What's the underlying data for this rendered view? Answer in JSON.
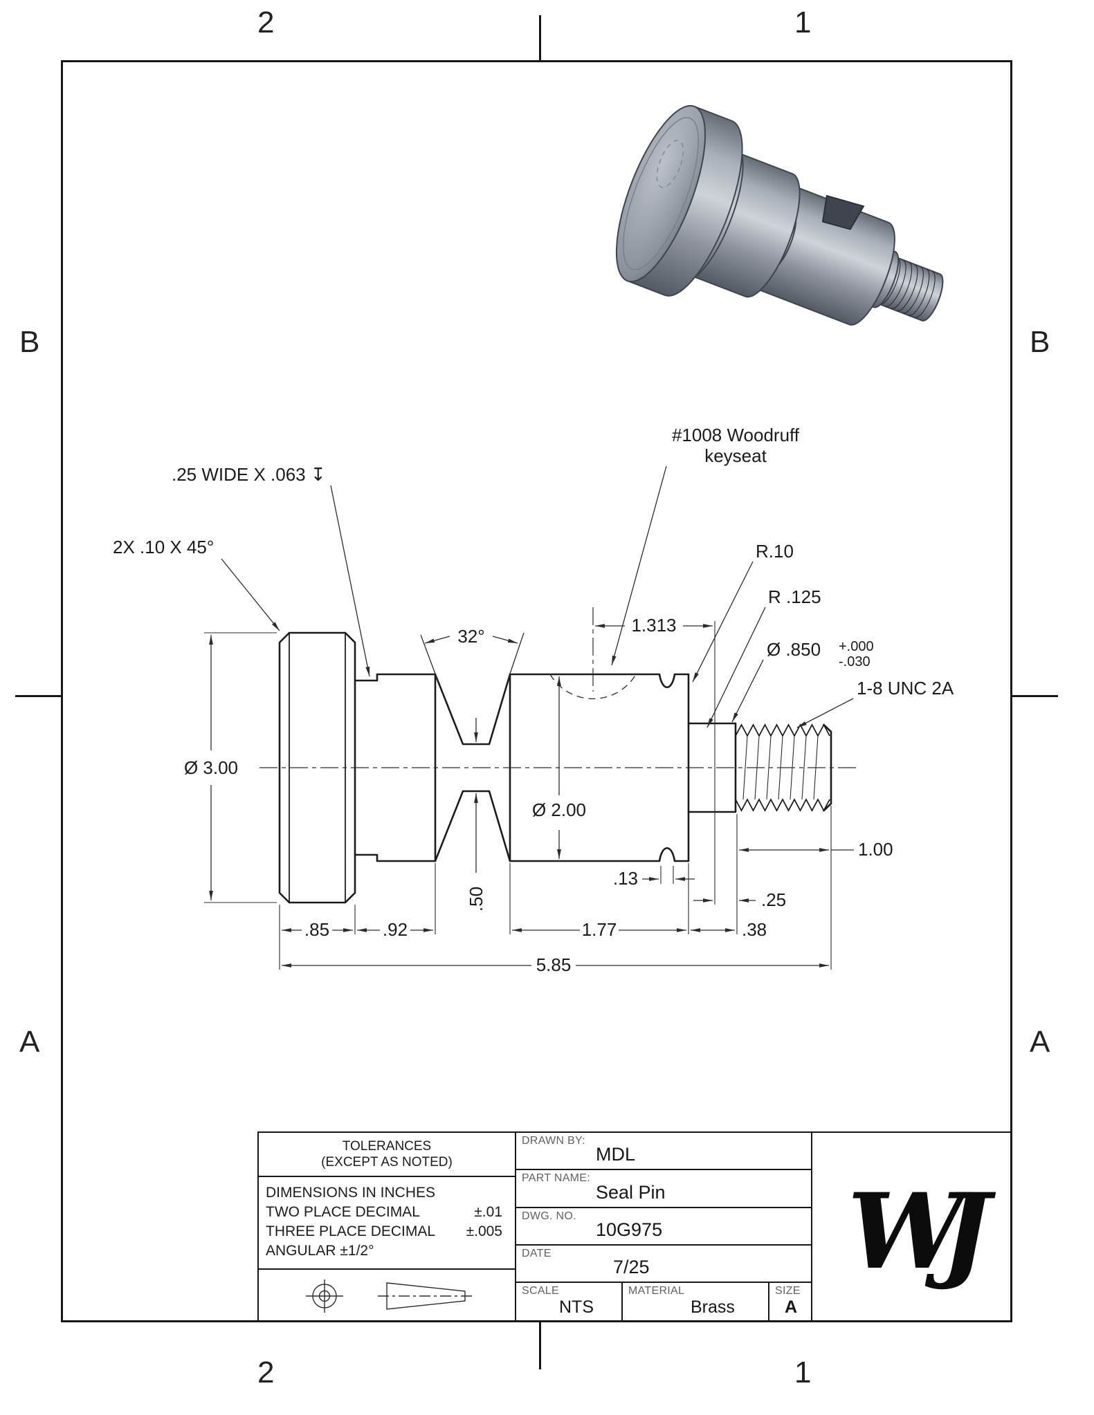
{
  "zones": {
    "top_2": "2",
    "top_1": "1",
    "bottom_2": "2",
    "bottom_1": "1",
    "left_b": "B",
    "left_a": "A",
    "right_b": "B",
    "right_a": "A"
  },
  "annotations": {
    "chamfer": "2X .10 X 45°",
    "groove_face": ".25 WIDE X .063 ↧",
    "keyseat_line1": "#1008 Woodruff",
    "keyseat_line2": "keyseat",
    "taper_angle": "32°",
    "keyseat_width": "1.313",
    "radius1": "R.10",
    "radius2": "R .125",
    "dia_850": "Ø .850",
    "dia_850_plus": "+.000",
    "dia_850_minus": "-.030",
    "thread_spec": "1-8 UNC 2A",
    "dia_flange": "Ø 3.00",
    "dia_body": "Ø 2.00",
    "neck_dia": ".50",
    "groove_width": ".13",
    "thread_len": "1.00",
    "dim_25": ".25",
    "dim_38": ".38",
    "flange_len": ".85",
    "sec2_len": ".92",
    "body_len": "1.77",
    "total_len": "5.85"
  },
  "title_block": {
    "tolerances_title": "TOLERANCES",
    "tolerances_sub": "(EXCEPT AS NOTED)",
    "dim_note": "DIMENSIONS IN INCHES",
    "two_place_label": "TWO PLACE DECIMAL",
    "two_place_val": "±.01",
    "three_place_label": "THREE PLACE DECIMAL",
    "three_place_val": "±.005",
    "angular_label": "ANGULAR ±1/2°",
    "drawn_by_label": "DRAWN BY:",
    "drawn_by": "MDL",
    "part_name_label": "PART NAME:",
    "part_name": "Seal Pin",
    "dwg_no_label": "DWG. NO.",
    "dwg_no": "10G975",
    "date_label": "DATE",
    "date": "7/25",
    "scale_label": "SCALE",
    "scale": "NTS",
    "material_label": "MATERIAL",
    "material": "Brass",
    "size_label": "SIZE",
    "size": "A",
    "logo": "WJ"
  },
  "colors": {
    "line": "#1b1b1b",
    "metal_light": "#cfd3d9",
    "metal_dark": "#565c66"
  }
}
